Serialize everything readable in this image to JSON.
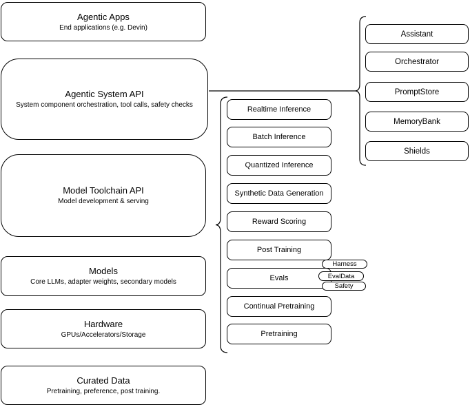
{
  "diagram": {
    "left_column": [
      {
        "title": "Agentic Apps",
        "subtitle": "End applications (e.g. Devin)"
      },
      {
        "title": "Agentic System API",
        "subtitle": "System component orchestration, tool calls, safety checks"
      },
      {
        "title": "Model Toolchain API",
        "subtitle": "Model development & serving"
      },
      {
        "title": "Models",
        "subtitle": "Core LLMs, adapter weights, secondary models"
      },
      {
        "title": "Hardware",
        "subtitle": "GPUs/Accelerators/Storage"
      },
      {
        "title": "Curated Data",
        "subtitle": "Pretraining, preference, post training."
      }
    ],
    "toolchain_items": [
      "Realtime Inference",
      "Batch Inference",
      "Quantized Inference",
      "Synthetic Data Generation",
      "Reward Scoring",
      "Post Training",
      "Evals",
      "Continual Pretraining",
      "Pretraining"
    ],
    "system_components": [
      "Assistant",
      "Orchestrator",
      "PromptStore",
      "MemoryBank",
      "Shields"
    ],
    "eval_tags": [
      "Harness",
      "EvalData",
      "Safety"
    ],
    "colors": {
      "stroke": "#000000",
      "fill": "#ffffff",
      "text": "#000000"
    }
  }
}
